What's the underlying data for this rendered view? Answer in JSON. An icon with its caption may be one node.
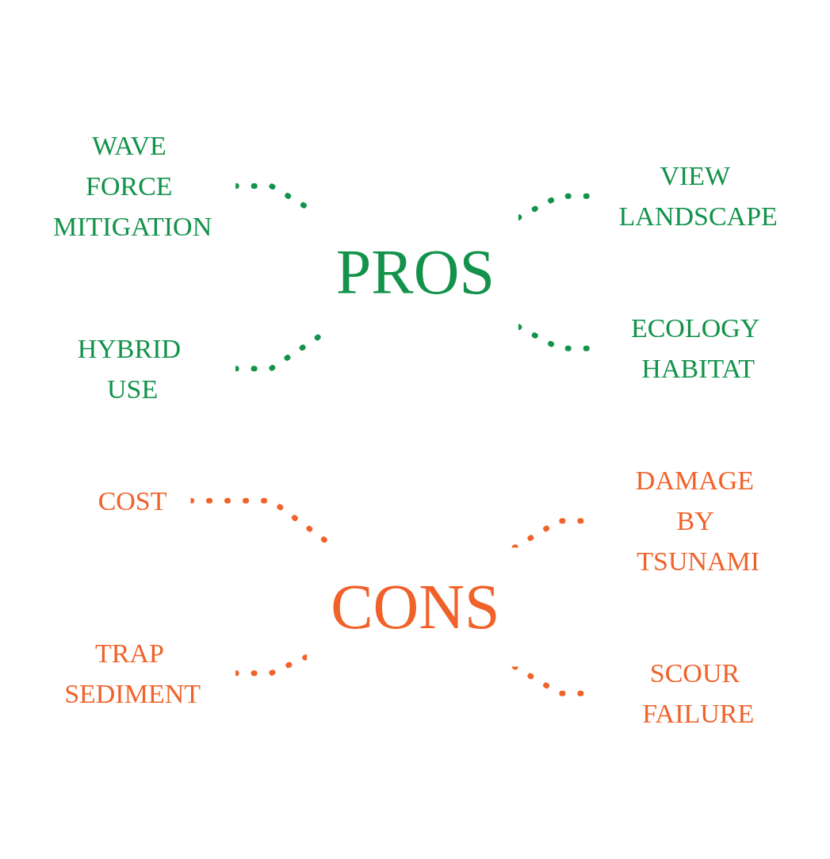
{
  "diagram": {
    "nodes": [
      {
        "text": [
          "WAVE FORCE MITIGATION"
        ]
      },
      {
        "text": [
          "VIEW LANDSCAPE"
        ]
      },
      {
        "text": [
          "PROS"
        ]
      },
      {
        "text": [
          "HYBRID USE"
        ]
      },
      {
        "text": [
          "ECOLOGY HABITAT"
        ]
      },
      {
        "text": [
          "COST"
        ]
      },
      {
        "text": [
          "DAMAGE BY TSUNAMI"
        ]
      },
      {
        "text": [
          "CONS"
        ]
      },
      {
        "text": [
          "TRAP SEDIMENT"
        ]
      },
      {
        "text": [
          "SCOUR FAILURE"
        ]
      }
    ],
    "edges": [
      {
        "from": 0,
        "to": 2,
        "arrow": "none",
        "style": "dashed",
        "color": "#12924a"
      },
      {
        "from": 3,
        "to": 2,
        "arrow": "none",
        "style": "dashed",
        "color": "#12924a"
      },
      {
        "from": 2,
        "to": 1,
        "arrow": "none",
        "style": "dashed",
        "color": "#12924a"
      },
      {
        "from": 2,
        "to": 4,
        "arrow": "none",
        "style": "dashed",
        "color": "#12924a"
      },
      {
        "from": 5,
        "to": 7,
        "arrow": "none",
        "style": "dashed",
        "color": "#f0622a"
      },
      {
        "from": 8,
        "to": 7,
        "arrow": "none",
        "style": "dashed",
        "color": "#f0622a"
      },
      {
        "from": 7,
        "to": 6,
        "arrow": "none",
        "style": "dashed",
        "color": "#f0622a"
      },
      {
        "from": 7,
        "to": 9,
        "arrow": "none",
        "style": "dashed",
        "color": "#f0622a"
      }
    ]
  }
}
